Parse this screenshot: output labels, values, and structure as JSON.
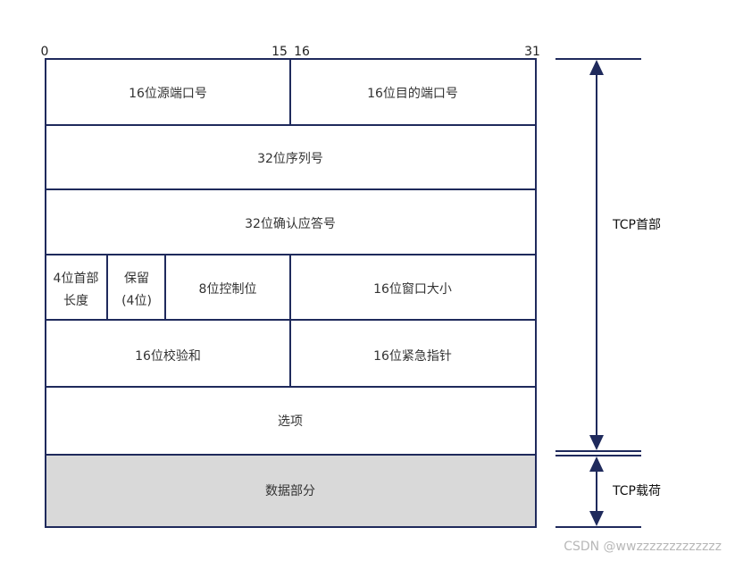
{
  "bit_labels": {
    "b0": "0",
    "b15": "15",
    "b16": "16",
    "b31": "31"
  },
  "fields": {
    "src_port": "16位源端口号",
    "dst_port": "16位目的端口号",
    "seq": "32位序列号",
    "ack": "32位确认应答号",
    "hdr_len_1": "4位首部",
    "hdr_len_2": "长度",
    "reserved_1": "保留",
    "reserved_2": "(4位)",
    "ctrl": "8位控制位",
    "window": "16位窗口大小",
    "checksum": "16位校验和",
    "urgent": "16位紧急指针",
    "options": "选项",
    "data": "数据部分"
  },
  "side": {
    "header": "TCP首部",
    "payload": "TCP载荷"
  },
  "watermark": "CSDN @wwzzzzzzzzzzzzz",
  "colors": {
    "stroke": "#1f2a5c",
    "data_fill": "#d9d9d9",
    "arrow": "#1f2a5c"
  }
}
